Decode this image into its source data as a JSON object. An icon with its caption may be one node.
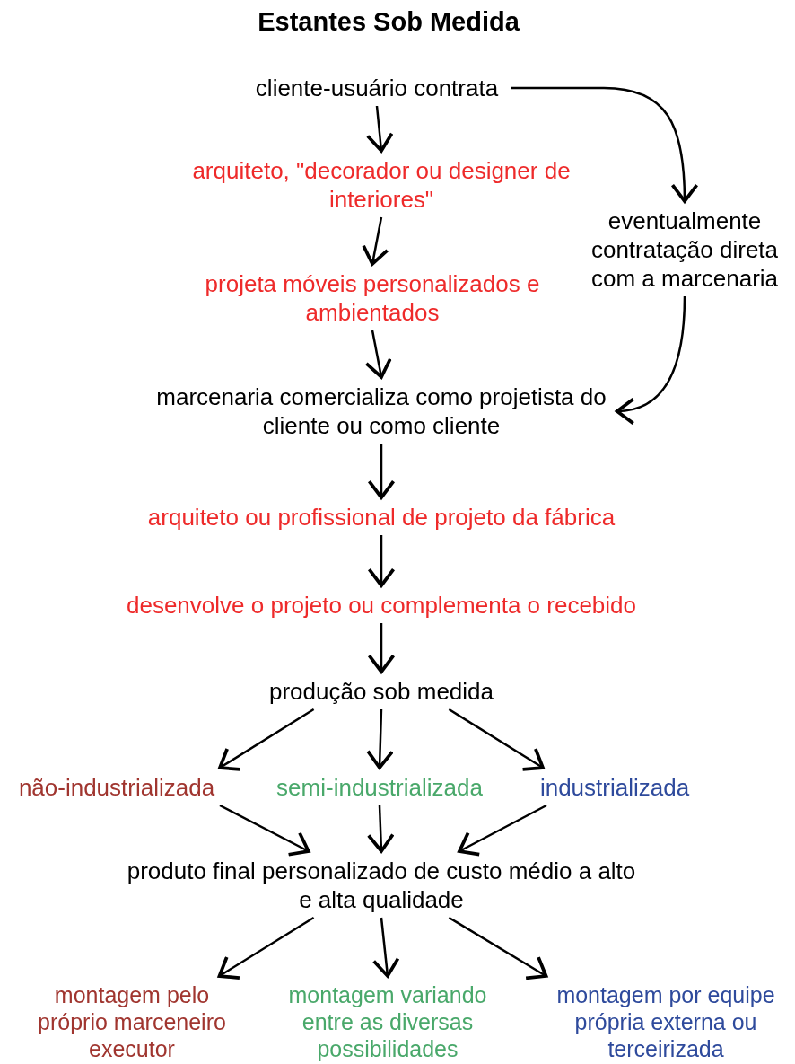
{
  "diagram": {
    "title": "Estantes Sob Medida",
    "nodes": [
      {
        "text": [
          "cliente-usuário contrata"
        ]
      },
      {
        "text": [
          "arquiteto, \"decorador ou designer de interiores\""
        ]
      },
      {
        "text": [
          "eventualmente contratação direta com a marcenaria"
        ]
      },
      {
        "text": [
          "projeta móveis personalizados e ambientados"
        ]
      },
      {
        "text": [
          "marcenaria comercializa como projetista do cliente ou como cliente"
        ]
      },
      {
        "text": [
          "arquiteto ou profissional de projeto da fábrica"
        ]
      },
      {
        "text": [
          "desenvolve o projeto ou complementa o recebido"
        ]
      },
      {
        "text": [
          "produção sob medida"
        ]
      },
      {
        "text": [
          "não-industrializada"
        ]
      },
      {
        "text": [
          "semi-industrializada"
        ]
      },
      {
        "text": [
          "industrializada"
        ]
      },
      {
        "text": [
          "produto final personalizado de custo médio a alto e alta qualidade"
        ]
      },
      {
        "text": [
          "montagem pelo próprio marceneiro executor"
        ]
      },
      {
        "text": [
          "montagem variando entre as diversas possibilidades"
        ]
      },
      {
        "text": [
          "montagem por equipe própria externa ou terceirizada"
        ]
      }
    ],
    "edges": [
      {
        "from": 0,
        "to": 1,
        "arrow": "to"
      },
      {
        "from": 0,
        "to": 2,
        "arrow": "to"
      },
      {
        "from": 1,
        "to": 3,
        "arrow": "to"
      },
      {
        "from": 2,
        "to": 4,
        "arrow": "to"
      },
      {
        "from": 3,
        "to": 4,
        "arrow": "to"
      },
      {
        "from": 4,
        "to": 5,
        "arrow": "to"
      },
      {
        "from": 5,
        "to": 6,
        "arrow": "to"
      },
      {
        "from": 6,
        "to": 7,
        "arrow": "to"
      },
      {
        "from": 7,
        "to": 8,
        "arrow": "to"
      },
      {
        "from": 7,
        "to": 9,
        "arrow": "to"
      },
      {
        "from": 7,
        "to": 10,
        "arrow": "to"
      },
      {
        "from": 8,
        "to": 11,
        "arrow": "to"
      },
      {
        "from": 9,
        "to": 11,
        "arrow": "to"
      },
      {
        "from": 10,
        "to": 11,
        "arrow": "to"
      },
      {
        "from": 11,
        "to": 12,
        "arrow": "to"
      },
      {
        "from": 11,
        "to": 13,
        "arrow": "to"
      },
      {
        "from": 11,
        "to": 14,
        "arrow": "to"
      }
    ]
  }
}
